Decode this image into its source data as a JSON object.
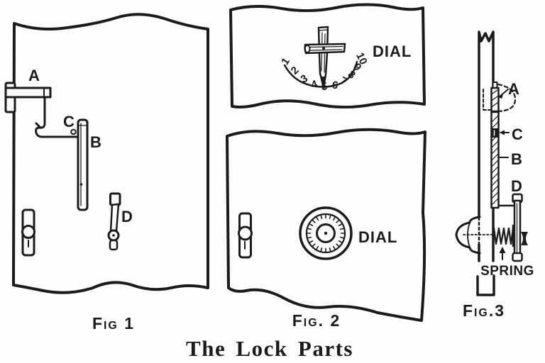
{
  "caption": "The Lock Parts",
  "colors": {
    "ink": "#1b1b1b",
    "paper": "#fdfdfb"
  },
  "fig1": {
    "label": "Fig 1",
    "part_a": "A",
    "part_b": "B",
    "part_c": "C",
    "part_d": "D"
  },
  "fig2": {
    "label": "Fig. 2",
    "top_panel": {
      "dial_label": "DIAL",
      "scale_numbers": [
        "1",
        "2",
        "3",
        "4",
        "5",
        "6",
        "7",
        "8",
        "9",
        "10"
      ]
    },
    "bottom_panel": {
      "dial_label": "DIAL"
    }
  },
  "fig3": {
    "label": "Fig.3",
    "part_a": "A",
    "part_b": "B",
    "part_c": "C",
    "part_d": "D",
    "spring_label": "SPRING"
  }
}
